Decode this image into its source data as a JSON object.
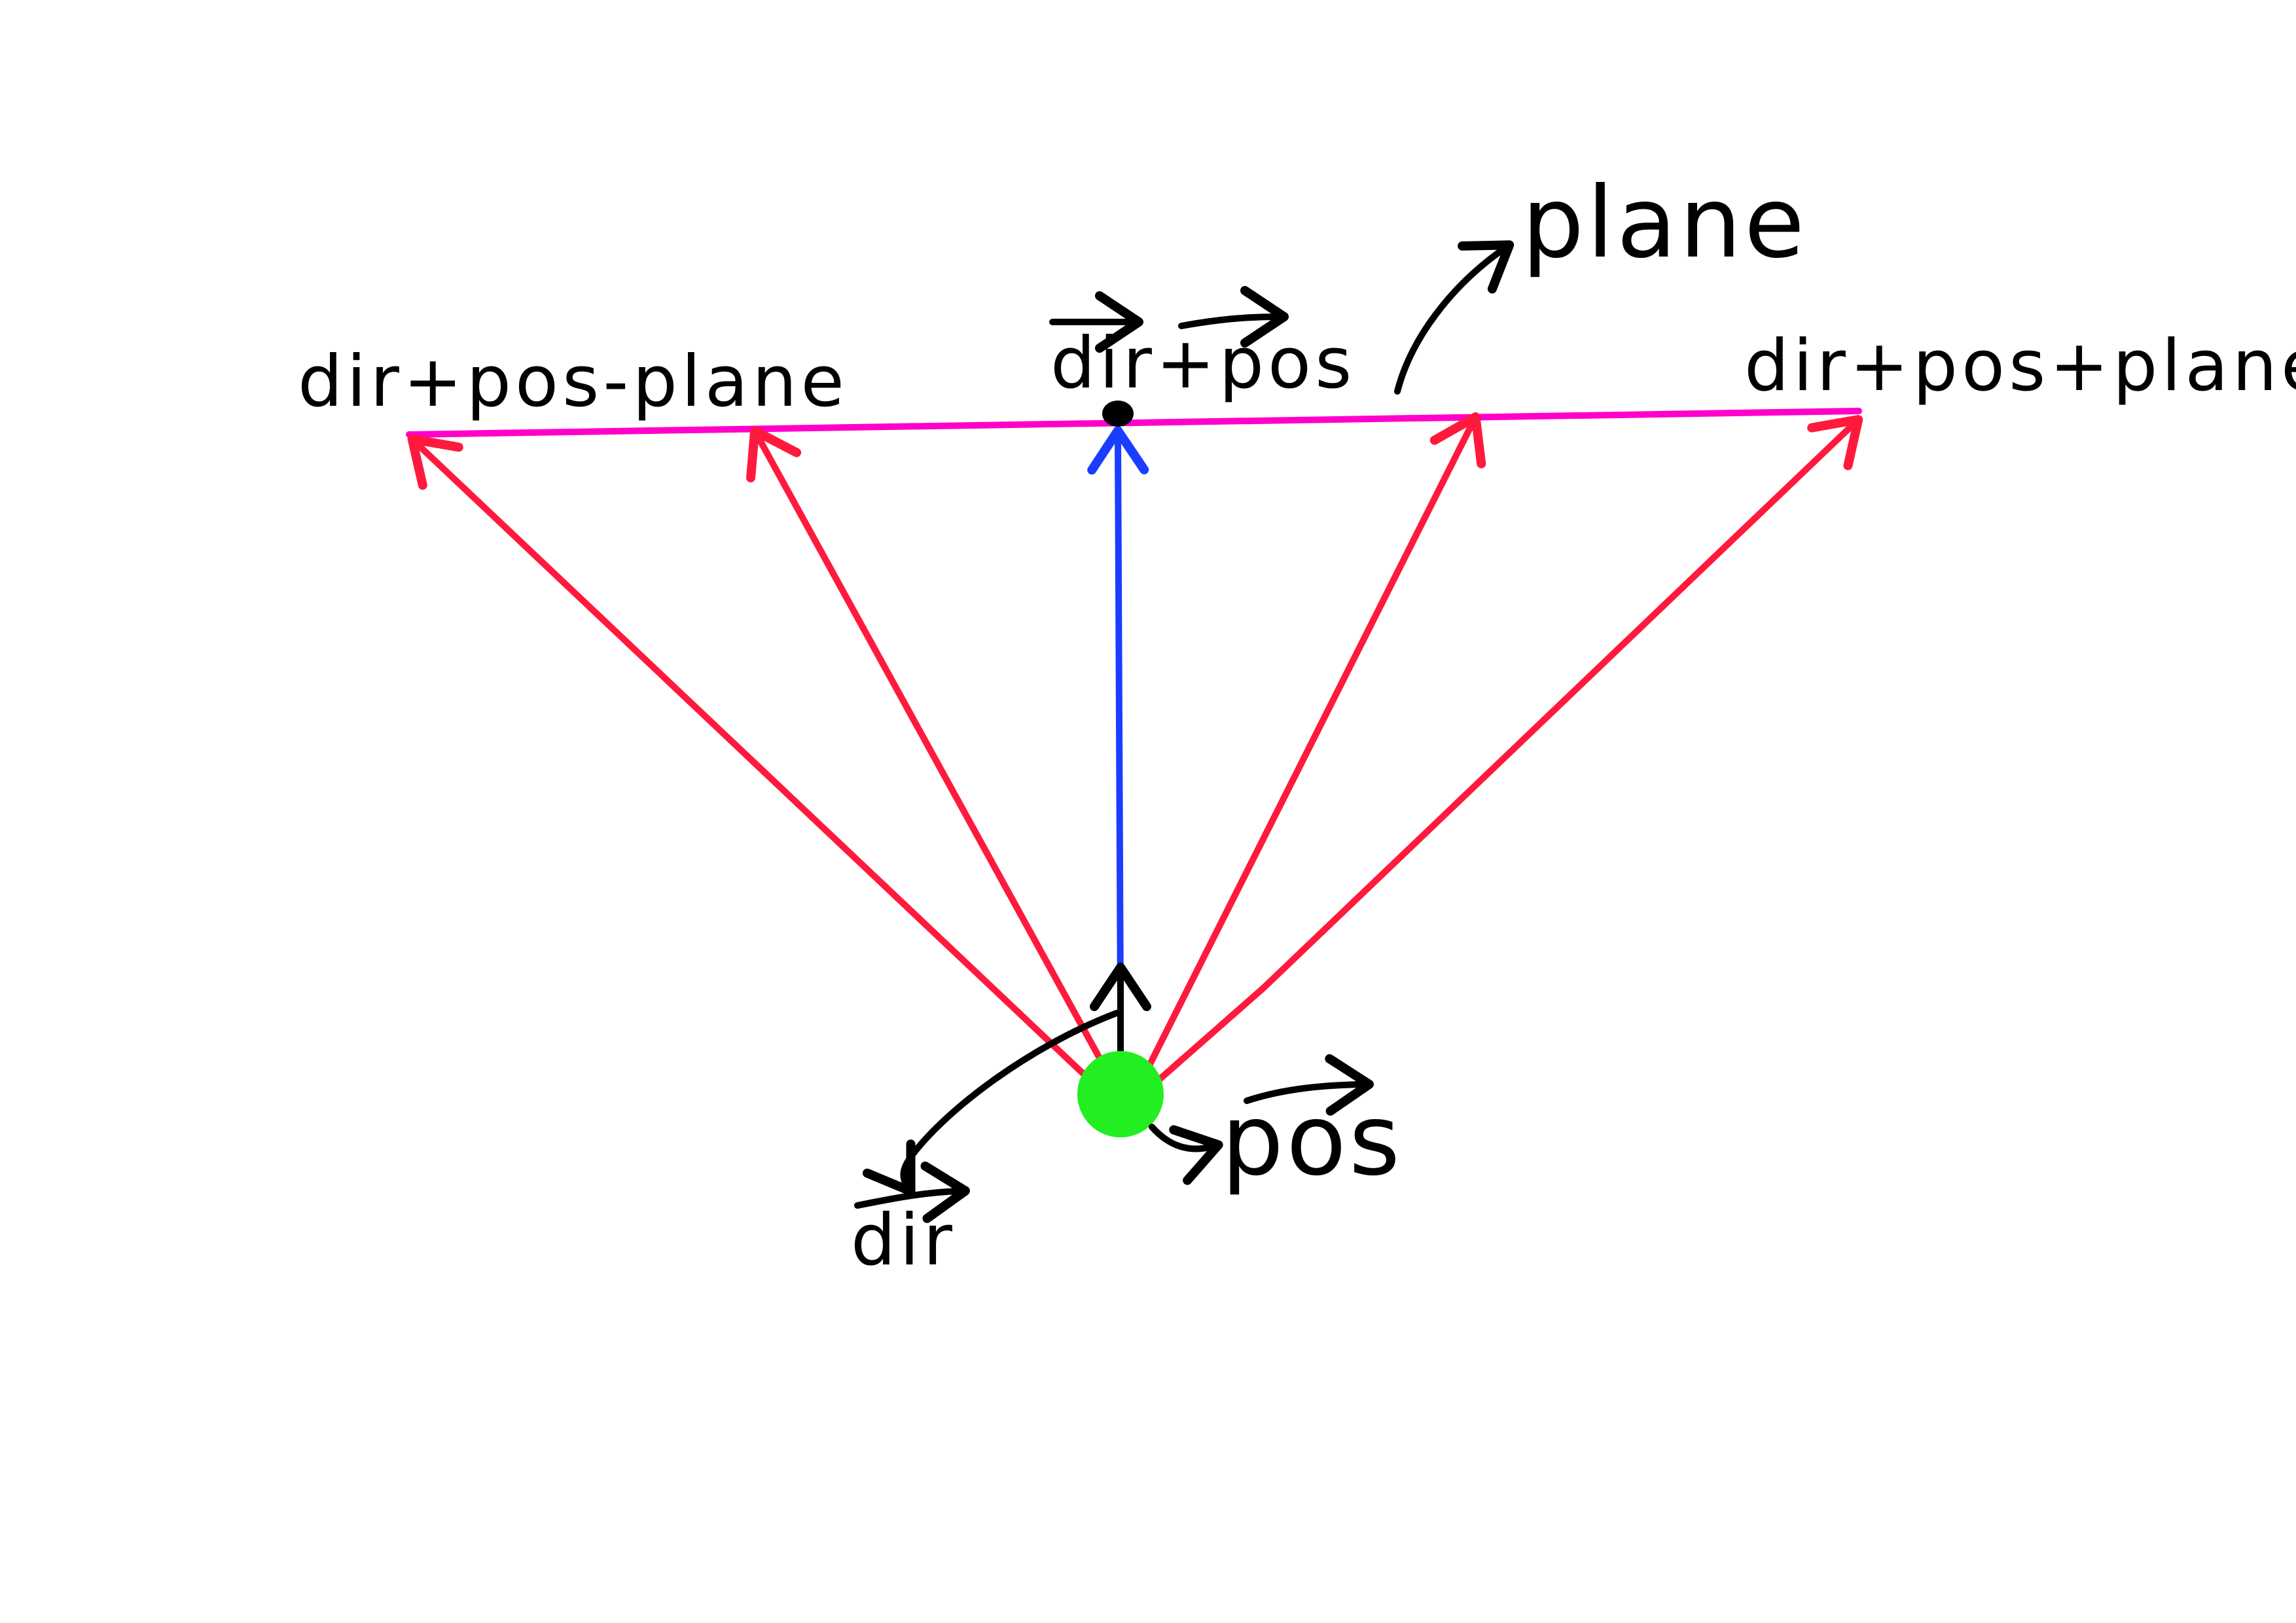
{
  "labels": {
    "left_endpoint": "dir+pos-plane",
    "center_point": "dir+pos",
    "right_endpoint": "dir+pos+plane",
    "plane": "plane",
    "position": "pos",
    "direction": "dir"
  },
  "colors": {
    "background": "#ffffff",
    "plane_line": "#ff00cc",
    "ray": "#ff1a3d",
    "direction_ray": "#1a3dff",
    "camera": "#22ee22",
    "ink": "#000000"
  },
  "rays": {
    "count": 4,
    "highlighted_count": 1
  }
}
